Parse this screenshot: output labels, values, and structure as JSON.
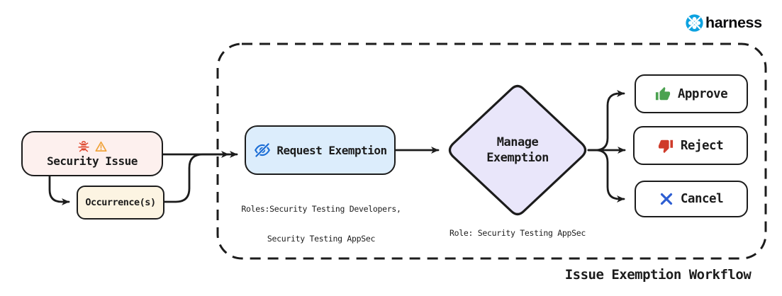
{
  "brand": {
    "name": "harness"
  },
  "workflow_title": "Issue Exemption Workflow",
  "nodes": {
    "security_issue": {
      "label": "Security Issue"
    },
    "occurrences": {
      "label": "Occurrence(s)"
    },
    "request_exemption": {
      "label": "Request Exemption",
      "roles_line1": "Roles:Security Testing Developers,",
      "roles_line2": "Security Testing AppSec"
    },
    "manage_exemption": {
      "label_line1": "Manage",
      "label_line2": "Exemption",
      "role_note": "Role: Security Testing AppSec"
    },
    "actions": {
      "approve": {
        "label": "Approve"
      },
      "reject": {
        "label": "Reject"
      },
      "cancel": {
        "label": "Cancel"
      }
    }
  },
  "icons": {
    "security_issue": [
      "bug-icon",
      "warning-icon"
    ],
    "request_exemption": "eye-slash-icon",
    "approve": "thumb-up-icon",
    "reject": "thumb-down-icon",
    "cancel": "x-icon",
    "brand": "harness-logo-icon"
  },
  "colors": {
    "stroke": "#1c1c1c",
    "security_issue_bg": "#fdf0ee",
    "occurrences_bg": "#fcf4e2",
    "request_exemption_bg": "#dcedfc",
    "diamond_bg": "#e9e6fa",
    "approve_green": "#4ba250",
    "reject_red": "#cf3b2a",
    "cancel_blue": "#2d5ed2",
    "bug_red": "#df4930",
    "warning_orange": "#f0a43c",
    "eye_blue": "#1d6fd6",
    "logo_blue": "#0da2e0"
  }
}
